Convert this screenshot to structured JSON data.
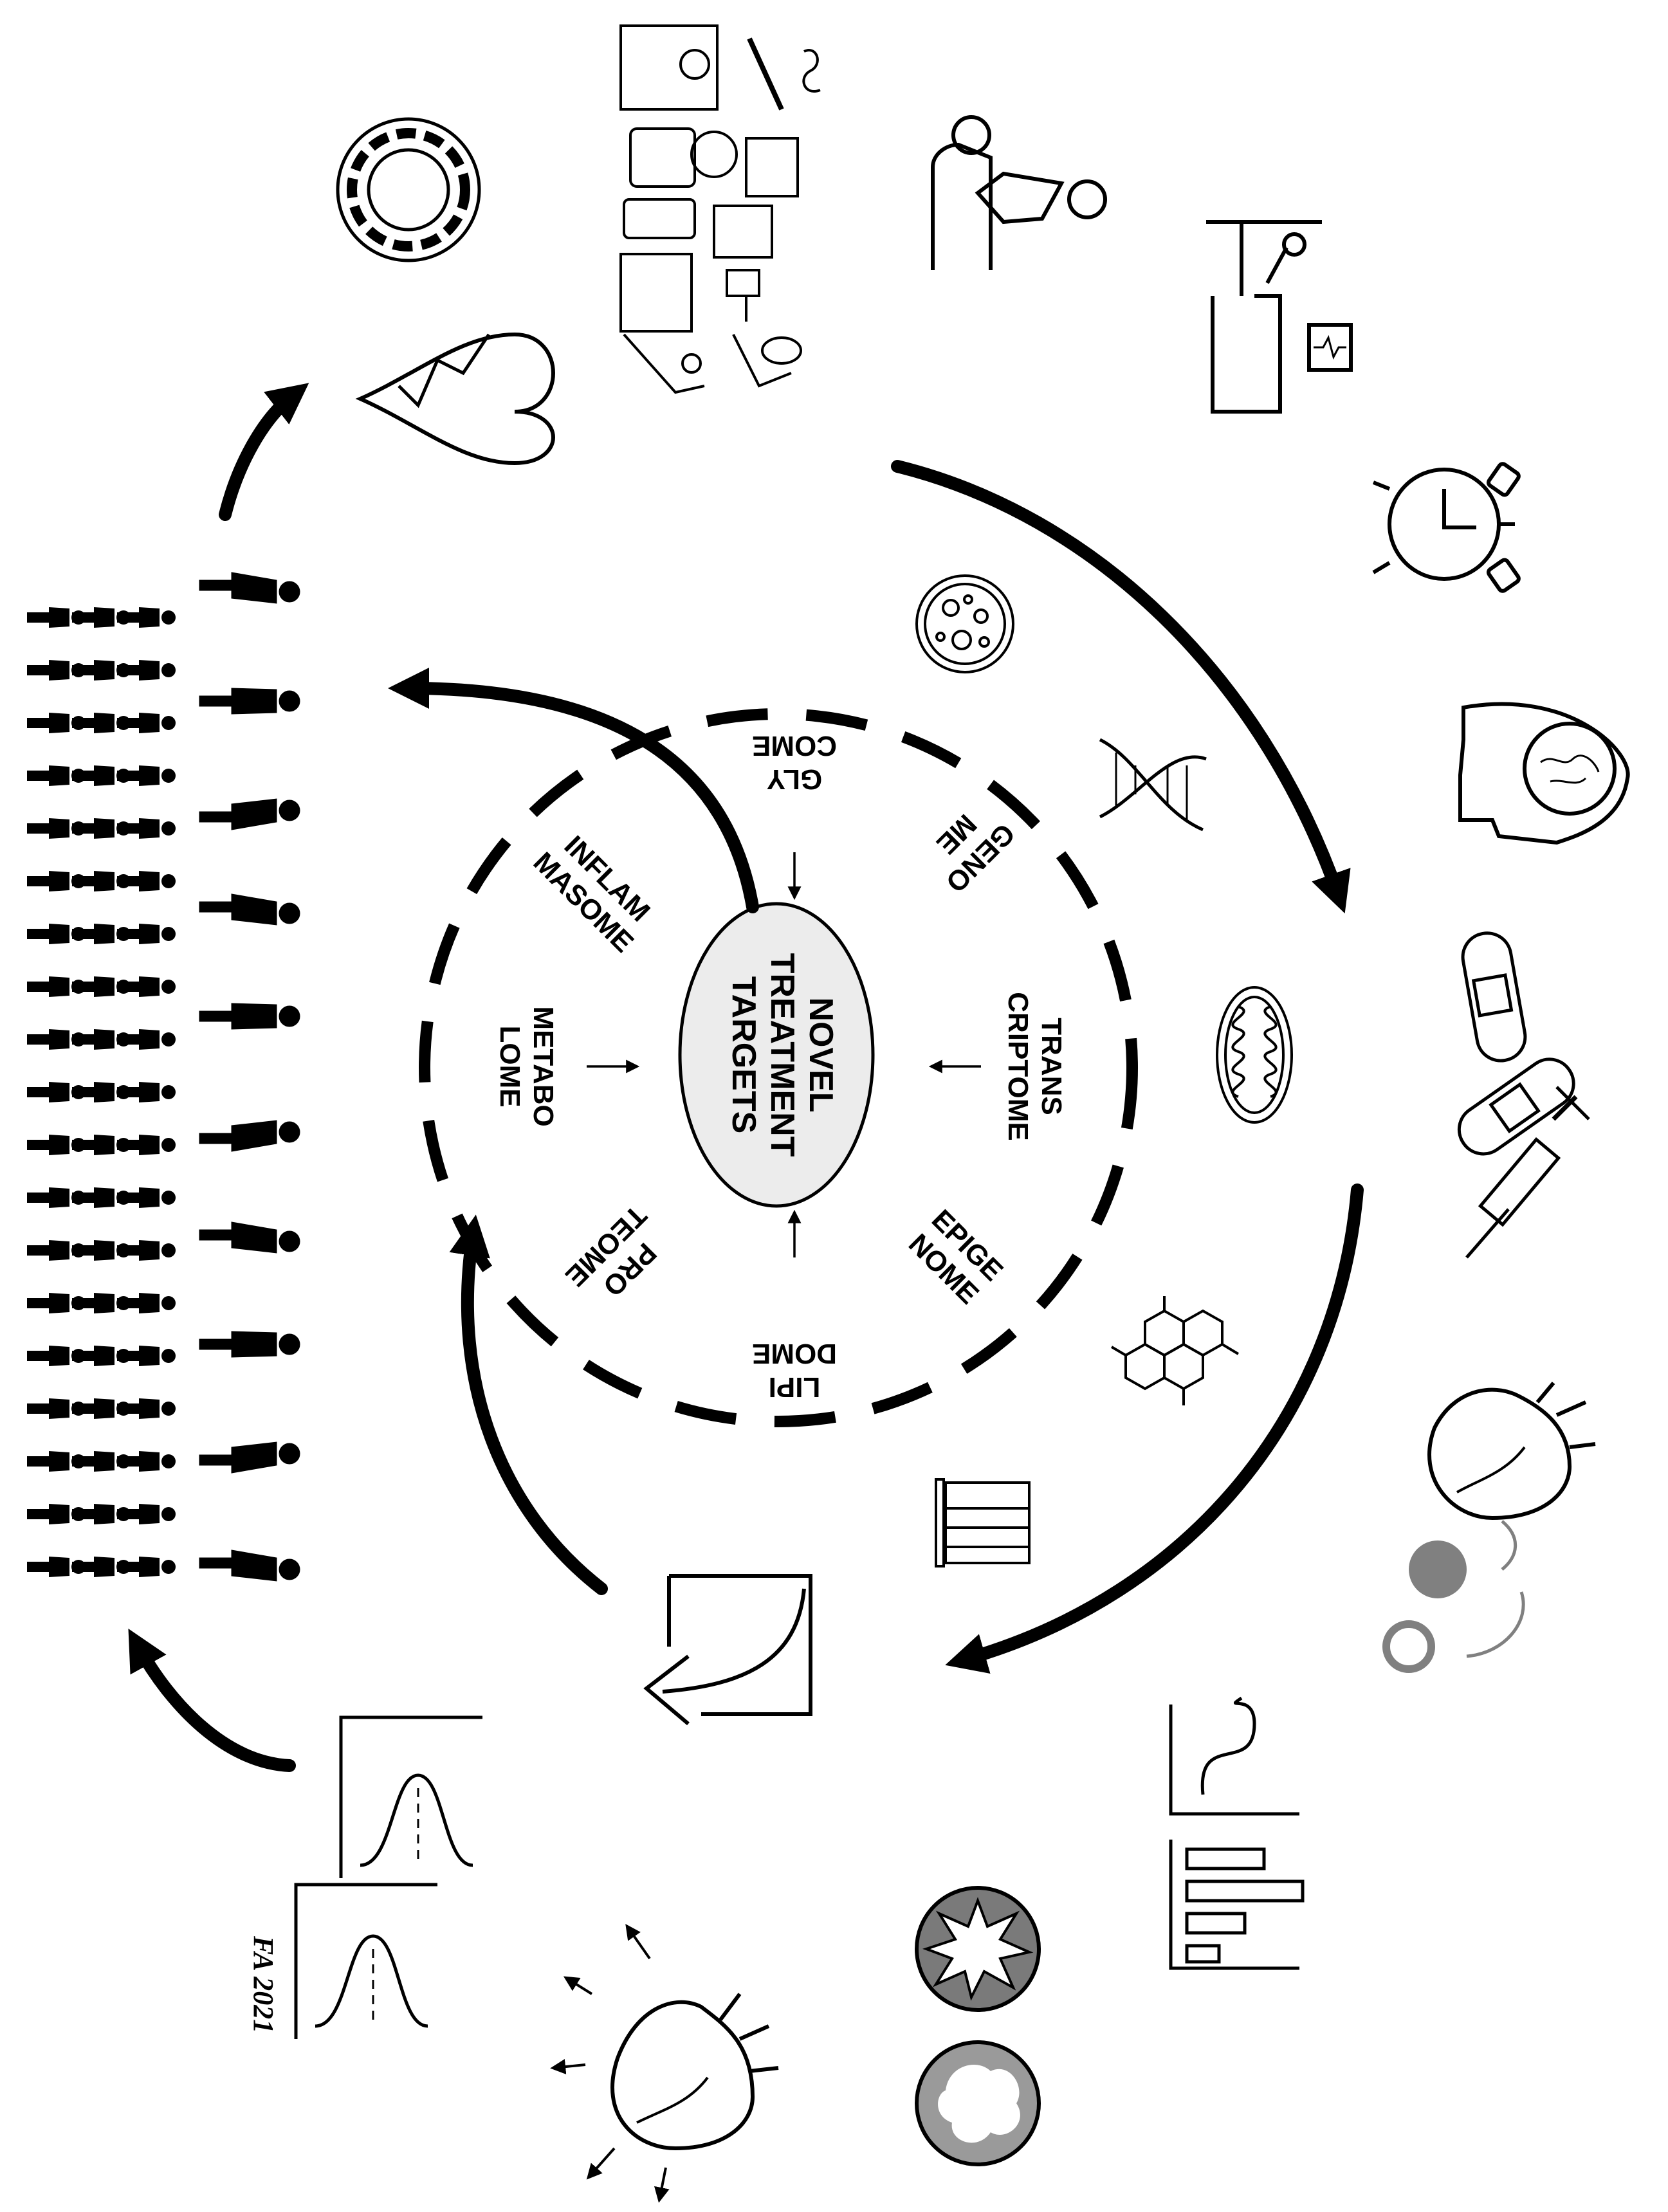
{
  "center": {
    "lines": [
      "NOVEL",
      "TREATMENT",
      "TARGETS"
    ]
  },
  "omics": [
    {
      "id": "glycome",
      "lines": [
        "GLY",
        "COME"
      ]
    },
    {
      "id": "genome",
      "lines": [
        "GENO",
        "ME"
      ]
    },
    {
      "id": "transcriptome",
      "lines": [
        "TRANS",
        "CRIPTOME"
      ]
    },
    {
      "id": "epigenome",
      "lines": [
        "EPIGE",
        "NOME"
      ]
    },
    {
      "id": "lipidome",
      "lines": [
        "LIPI",
        "DOME"
      ]
    },
    {
      "id": "proteome",
      "lines": [
        "PRO",
        "TEOME"
      ]
    },
    {
      "id": "metabolome",
      "lines": [
        "METABO",
        "LOME"
      ]
    },
    {
      "id": "inflammasome",
      "lines": [
        "INFLAM",
        "MASOME"
      ]
    }
  ],
  "signature": "FA 2021",
  "icons": [
    "ring-icon",
    "heart-ecg-icon",
    "lifestyle-risk-icons",
    "doctor-patient-icon",
    "hospital-bed-icon",
    "alarm-clock-icon",
    "brain-head-icon",
    "bandage-icon",
    "syringe-icon",
    "heart-icon",
    "cell-circles-icon",
    "curve-chart-icon",
    "bar-chart-icon",
    "burst-cell-icon",
    "healthy-cell-icon",
    "expanding-heart-icon",
    "distribution-charts-icon",
    "curve-box-icon",
    "test-tubes-icon",
    "hexagon-molecule-icon",
    "mitochondria-icon",
    "dna-icon",
    "petri-dish-icon",
    "population-icon",
    "patient-stages-icon"
  ]
}
